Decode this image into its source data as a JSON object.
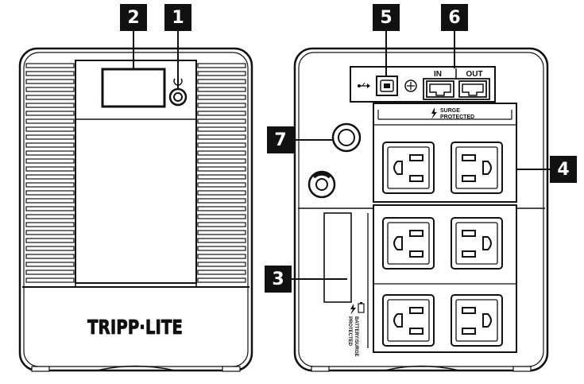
{
  "brand": {
    "logo_text": "TRIPP·LITE"
  },
  "back_panel": {
    "ports_label_in": "IN",
    "ports_label_out": "OUT",
    "surge_label_line1": "SURGE",
    "surge_label_line2": "PROTECTED",
    "battery_label_line1": "BATTERY/SURGE",
    "battery_label_line2": "PROTECTED"
  },
  "callouts": [
    {
      "id": "1",
      "text": "1"
    },
    {
      "id": "2",
      "text": "2"
    },
    {
      "id": "3",
      "text": "3"
    },
    {
      "id": "4",
      "text": "4"
    },
    {
      "id": "5",
      "text": "5"
    },
    {
      "id": "6",
      "text": "6"
    },
    {
      "id": "7",
      "text": "7"
    }
  ],
  "icons": [
    "power-icon",
    "usb-icon",
    "ground-icon",
    "surge-bolt-icon",
    "battery-icon",
    "network-port-icon",
    "outlet-icon"
  ],
  "colors": {
    "ink": "#111111",
    "paper": "#ffffff"
  }
}
